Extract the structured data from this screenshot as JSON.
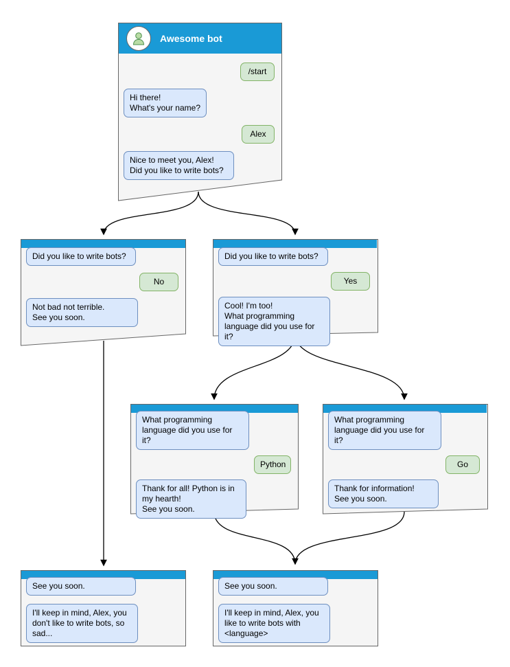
{
  "colors": {
    "titlebar_blue": "#1a9ad6",
    "window_fill": "#f5f5f5",
    "window_border": "#666666",
    "bot_bubble_fill": "#dae8fc",
    "bot_bubble_border": "#6c8ebf",
    "user_bubble_fill": "#d5e8d4",
    "user_bubble_border": "#82b366"
  },
  "windows": [
    {
      "name": "root",
      "title": "Awesome bot",
      "bubbles": [
        {
          "side": "user",
          "text": "/start"
        },
        {
          "side": "bot",
          "text": "Hi there!\nWhat's your name?"
        },
        {
          "side": "user",
          "text": "Alex"
        },
        {
          "side": "bot",
          "text": "Nice to meet you, Alex!\nDid you like to write bots?"
        }
      ]
    },
    {
      "name": "branch-no",
      "bubbles": [
        {
          "side": "bot",
          "text": "Did you like to write bots?"
        },
        {
          "side": "user",
          "text": "No"
        },
        {
          "side": "bot",
          "text": "Not bad not terrible.\nSee you soon."
        }
      ]
    },
    {
      "name": "branch-yes",
      "bubbles": [
        {
          "side": "bot",
          "text": "Did you like to write bots?"
        },
        {
          "side": "user",
          "text": "Yes"
        },
        {
          "side": "bot",
          "text": "Cool! I'm too!\nWhat programming\nlanguage did you use for it?"
        }
      ]
    },
    {
      "name": "branch-python",
      "bubbles": [
        {
          "side": "bot",
          "text": "What programming\nlanguage did you use for it?"
        },
        {
          "side": "user",
          "text": "Python"
        },
        {
          "side": "bot",
          "text": "Thank for all! Python is in\nmy hearth!\nSee you soon."
        }
      ]
    },
    {
      "name": "branch-go",
      "bubbles": [
        {
          "side": "bot",
          "text": "What programming\nlanguage did you use for it?"
        },
        {
          "side": "user",
          "text": "Go"
        },
        {
          "side": "bot",
          "text": "Thank for information!\nSee you soon."
        }
      ]
    },
    {
      "name": "end-no",
      "bubbles": [
        {
          "side": "bot",
          "text": "See you soon."
        },
        {
          "side": "bot",
          "text": "I'll keep in mind, Alex, you\ndon't like to write bots, so\nsad..."
        }
      ]
    },
    {
      "name": "end-yes",
      "bubbles": [
        {
          "side": "bot",
          "text": "See you soon."
        },
        {
          "side": "bot",
          "text": "I'll keep in mind, Alex, you\nlike to write bots with\n<language>"
        }
      ]
    }
  ]
}
